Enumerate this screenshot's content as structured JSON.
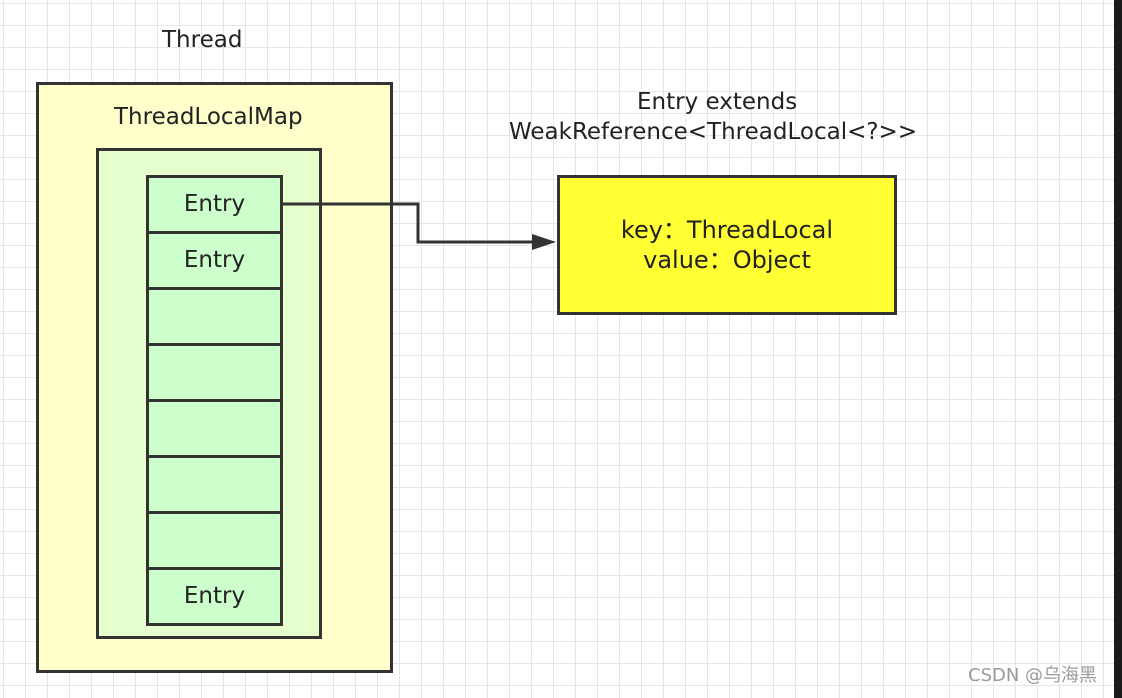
{
  "thread": {
    "title": "Thread"
  },
  "map": {
    "title": "ThreadLocalMap",
    "slots": [
      "Entry",
      "Entry",
      "",
      "",
      "",
      "",
      "",
      "Entry"
    ]
  },
  "entry_class": {
    "line1": "Entry extends",
    "line2": "WeakReference<ThreadLocal<?>>",
    "key_line": "key：ThreadLocal",
    "value_line": "value：Object"
  },
  "watermark": "CSDN @乌海黑"
}
